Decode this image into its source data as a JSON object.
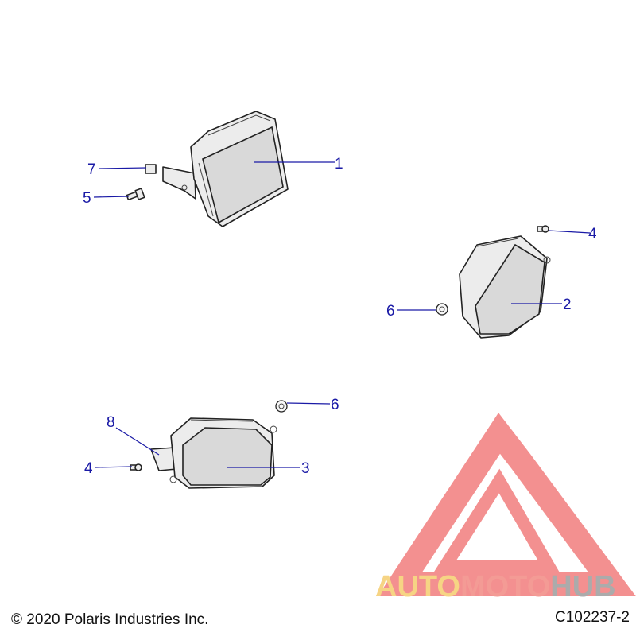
{
  "callouts": {
    "c1": "1",
    "c2": "2",
    "c3": "3",
    "c4a": "4",
    "c4b": "4",
    "c5": "5",
    "c6a": "6",
    "c6b": "6",
    "c7": "7",
    "c8": "8"
  },
  "watermark": {
    "part1": "AUTO",
    "part2": "MOTO",
    "part3": "HUB",
    "colors": {
      "auto": "#f4c65c",
      "moto": "#ef7a72",
      "hub": "#8f8f8f"
    }
  },
  "footer": {
    "copyright": "© 2020 Polaris Industries Inc.",
    "code": "C102237-2"
  },
  "colors": {
    "callout": "#1a1aa6"
  }
}
